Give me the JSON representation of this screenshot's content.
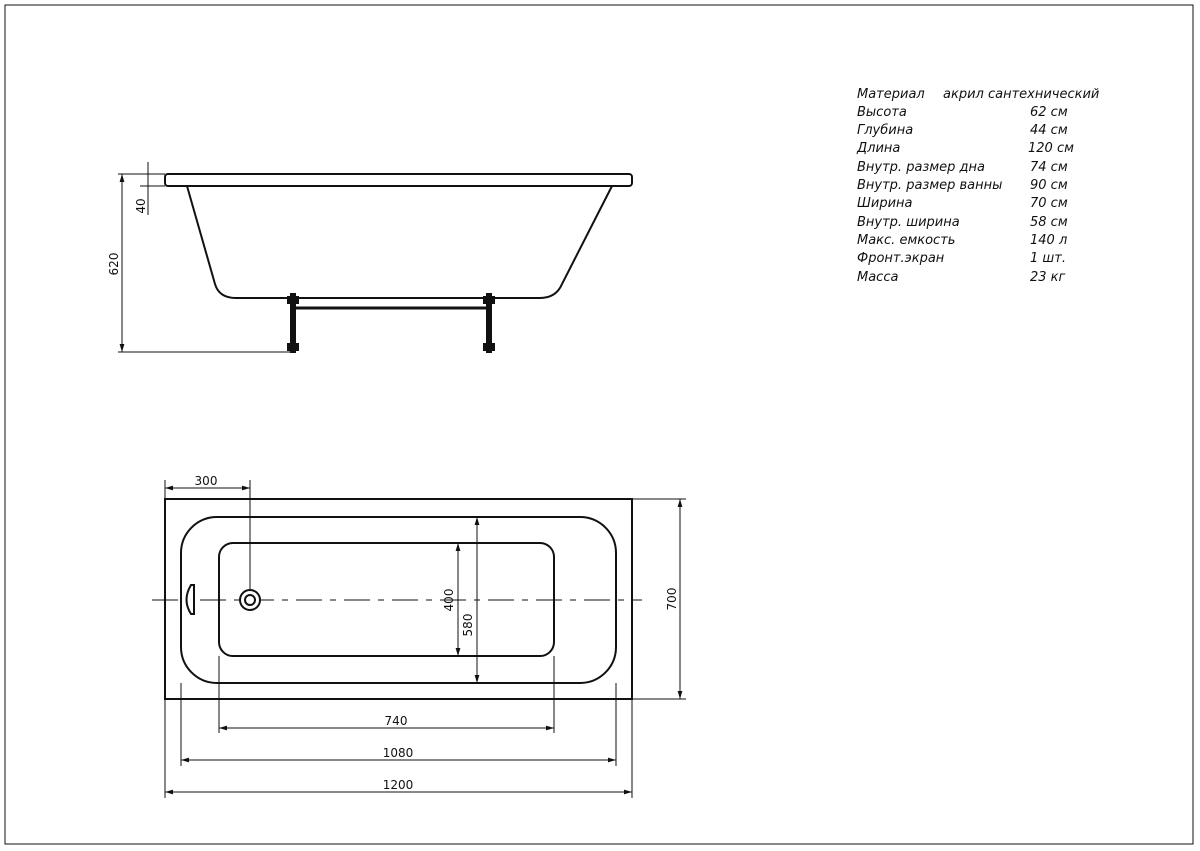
{
  "specifications": [
    {
      "label": "Материал",
      "value": "акрил сантехнический"
    },
    {
      "label": "Высота",
      "value": "62 см"
    },
    {
      "label": "Глубина",
      "value": "44 см"
    },
    {
      "label": "Длина",
      "value": "120 см"
    },
    {
      "label": "Внутр. размер дна",
      "value": "74 см"
    },
    {
      "label": "Внутр. размер ванны",
      "value": "90 см"
    },
    {
      "label": "Ширина",
      "value": "70 см"
    },
    {
      "label": "Внутр. ширина",
      "value": "58 см"
    },
    {
      "label": "Макс. емкость",
      "value": "140 л"
    },
    {
      "label": "Фронт.экран",
      "value": "1 шт."
    },
    {
      "label": "Масса",
      "value": "23 кг"
    }
  ],
  "side_view": {
    "dim_total_height": "620",
    "dim_rim": "40"
  },
  "top_view": {
    "dim_drain_offset": "300",
    "dim_bottom_width": "400",
    "dim_inner_width": "580",
    "dim_total_width": "700",
    "dim_bottom_length": "740",
    "dim_inner_length": "1080",
    "dim_total_length": "1200"
  }
}
